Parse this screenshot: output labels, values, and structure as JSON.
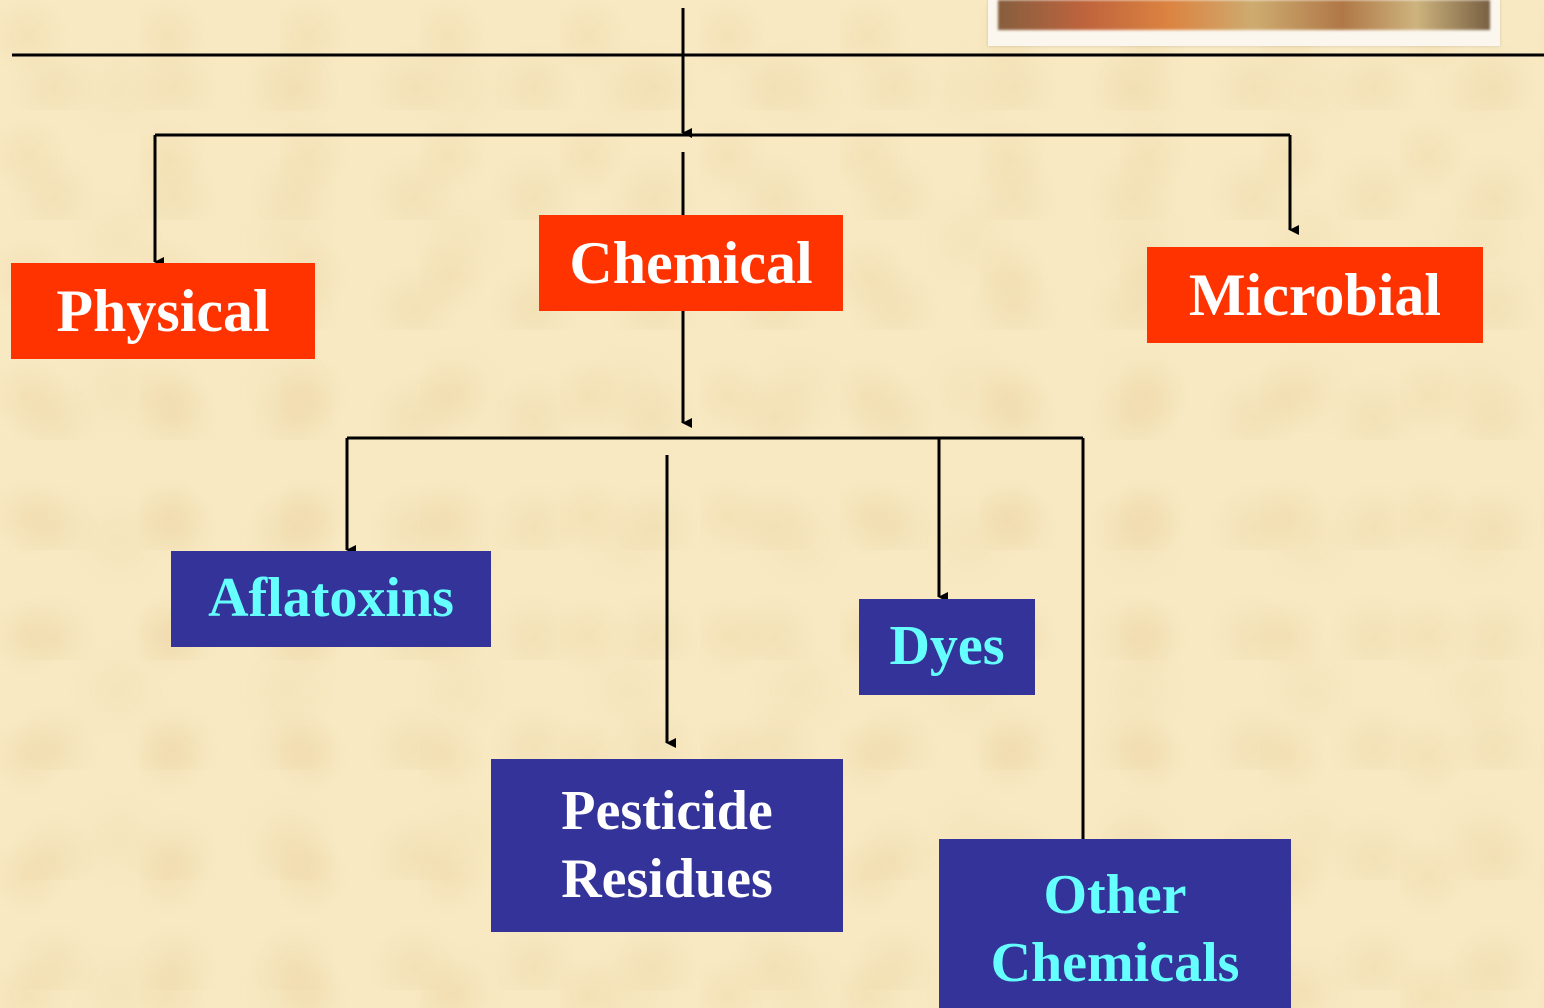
{
  "colors": {
    "background": "#f8e9c2",
    "primary_box": "#ff3300",
    "primary_text": "#ffffff",
    "secondary_box": "#333399",
    "secondary_text": "#66ffff",
    "connector": "#000000"
  },
  "nodes": {
    "physical": "Physical",
    "chemical": "Chemical",
    "microbial": "Microbial",
    "aflatoxins": "Aflatoxins",
    "pesticide_residues": "Pesticide\nResidues",
    "dyes": "Dyes",
    "other_chemicals": "Other\nChemicals"
  },
  "edges": [
    {
      "from": "root",
      "to": "physical"
    },
    {
      "from": "root",
      "to": "chemical"
    },
    {
      "from": "root",
      "to": "microbial"
    },
    {
      "from": "chemical",
      "to": "aflatoxins"
    },
    {
      "from": "chemical",
      "to": "pesticide_residues"
    },
    {
      "from": "chemical",
      "to": "dyes"
    },
    {
      "from": "chemical",
      "to": "other_chemicals"
    }
  ]
}
